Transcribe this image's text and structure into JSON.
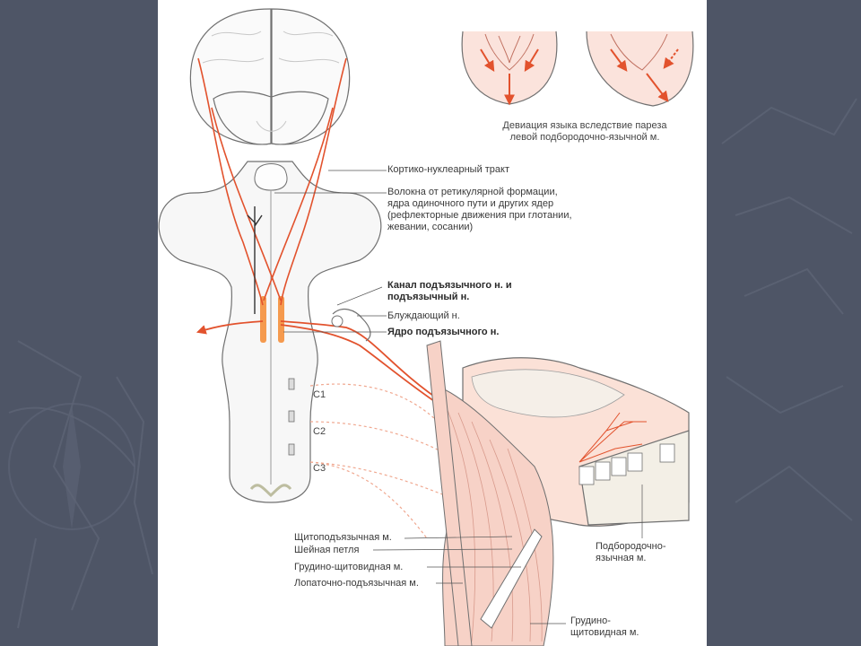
{
  "theme": {
    "background": "#4e5566",
    "slide": "#ffffff",
    "nerve": "#e2522d",
    "nucleus": "#f59a4e",
    "muscle": "#efb9ac",
    "outline": "#707070"
  },
  "caption": {
    "lines": [
      "Девиация языка вследствие пареза",
      "левой подбородочно-язычной м."
    ]
  },
  "labels": {
    "cortico_tract": "Кортико-нуклеарный тракт",
    "reticular": [
      "Волокна от ретикулярной формации,",
      "ядра одиночного пути и других ядер",
      "(рефлекторные движения при глотании,",
      "жевании, сосании)"
    ],
    "canal": [
      "Канал подъязычного н. и",
      "подъязычный н."
    ],
    "vagus": "Блуждающий н.",
    "nucleus": "Ядро подъязычного н.",
    "cervical": [
      "C1",
      "C2",
      "C3"
    ],
    "thyrohyoid": "Щитоподъязычная м.",
    "ansa": "Шейная петля",
    "sternothyroid": "Грудино-щитовидная м.",
    "omohyoid": "Лопаточно-подъязычная м.",
    "genioglossus": [
      "Подбородочно-",
      "язычная м."
    ],
    "sternothyroid2": [
      "Грудино-",
      "щитовидная м."
    ]
  }
}
